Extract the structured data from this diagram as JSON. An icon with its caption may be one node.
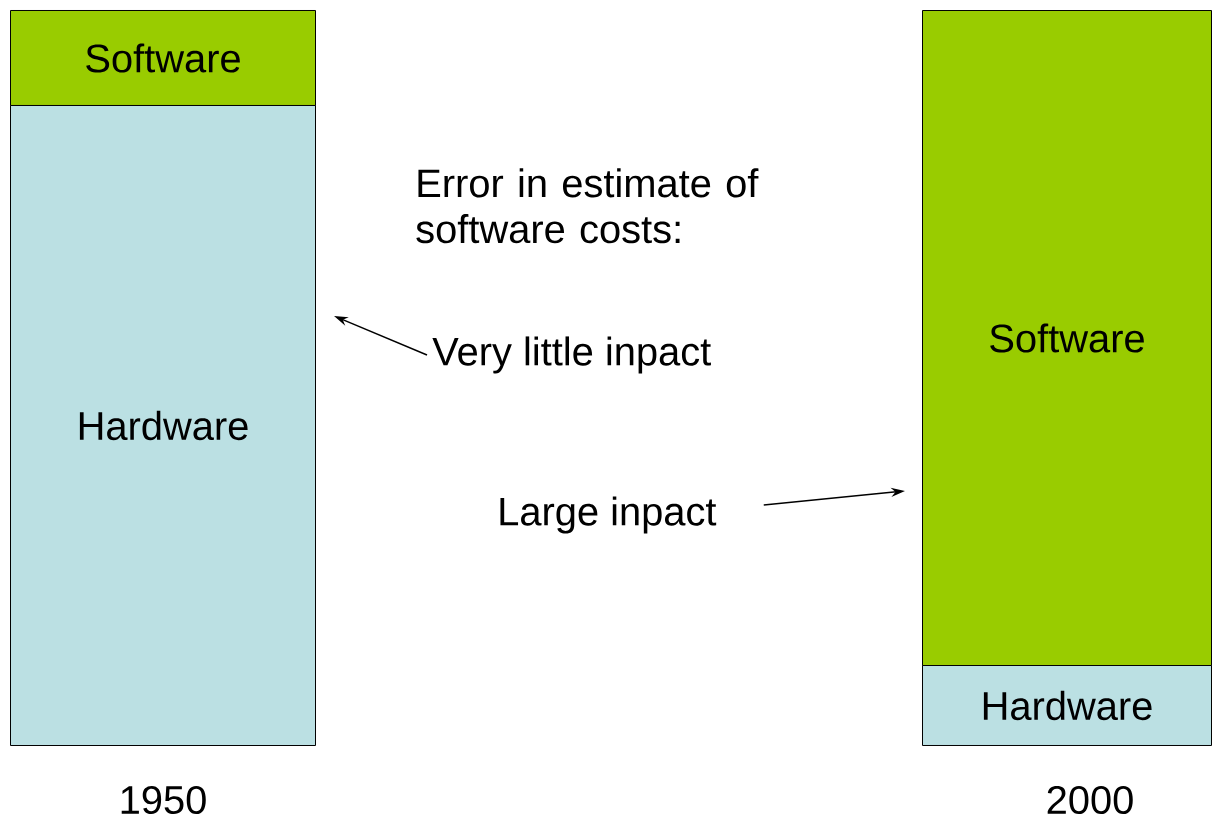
{
  "diagram": {
    "nodes": [
      {
        "text": [
          "Software"
        ]
      },
      {
        "text": [
          "Hardware"
        ]
      },
      {
        "text": [
          "Very little inpact"
        ]
      },
      {
        "text": [
          "Software"
        ]
      },
      {
        "text": [
          "Hardware"
        ]
      },
      {
        "text": [
          "Large inpact"
        ]
      }
    ],
    "edges": [
      {
        "from": 2,
        "to": 1,
        "arrow": "to"
      },
      {
        "from": 5,
        "to": 3,
        "arrow": "to"
      }
    ],
    "labels": [
      "Error in estimate of software costs:",
      "1950",
      "2000"
    ]
  }
}
